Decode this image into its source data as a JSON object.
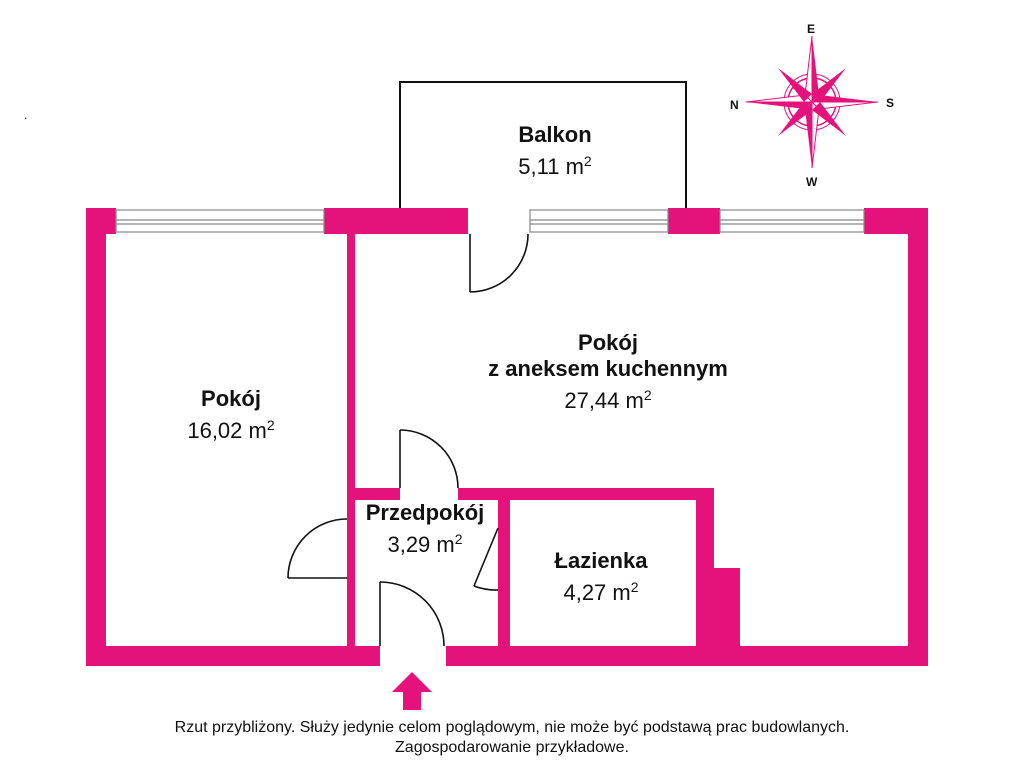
{
  "rooms": {
    "balkon": {
      "name": "Balkon",
      "area": "5,11 m",
      "unit_sup": "2"
    },
    "pokoj_left": {
      "name": "Pokój",
      "area": "16,02 m",
      "unit_sup": "2"
    },
    "pokoj_kitchen": {
      "name_line1": "Pokój",
      "name_line2": "z aneksem kuchennym",
      "area": "27,44 m",
      "unit_sup": "2"
    },
    "przedpokoj": {
      "name": "Przedpokój",
      "area": "3,29 m",
      "unit_sup": "2"
    },
    "lazienka": {
      "name": "Łazienka",
      "area": "4,27 m",
      "unit_sup": "2"
    }
  },
  "compass": {
    "north": "N",
    "east": "E",
    "south": "S",
    "west": "W"
  },
  "disclaimer": {
    "line1": "Rzut przybliżony. Służy jedynie celom poglądowym, nie może być podstawą prac budowlanych.",
    "line2": "Zagospodarowanie przykładowe."
  },
  "stray_mark": ".",
  "colors": {
    "wall": "#e5127c",
    "outline": "#111111",
    "background": "#ffffff"
  }
}
